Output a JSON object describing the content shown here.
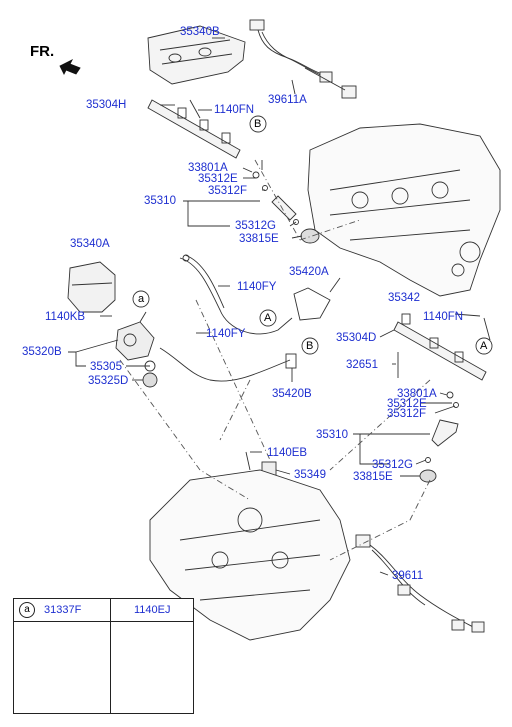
{
  "direction_label": "FR.",
  "callouts": {
    "a": "a",
    "A": "A",
    "B": "B"
  },
  "labels": {
    "p35340B": "35340B",
    "p39611A": "39611A",
    "p35304H": "35304H",
    "p1140FN_top": "1140FN",
    "p33801A_top": "33801A",
    "p35312E_top": "35312E",
    "p35312F_top": "35312F",
    "p35310_top": "35310",
    "p35312G_top": "35312G",
    "p33815E_top": "33815E",
    "p35340A": "35340A",
    "p1140FY_a": "1140FY",
    "p35420A": "35420A",
    "p1140KB": "1140KB",
    "p35320B": "35320B",
    "p1140FY_b": "1140FY",
    "p35305": "35305",
    "p35325D": "35325D",
    "p35420B": "35420B",
    "p35342": "35342",
    "p1140FN_right": "1140FN",
    "p35304D": "35304D",
    "p32651": "32651",
    "p33801A_right": "33801A",
    "p35312E_right": "35312E",
    "p35312F_right": "35312F",
    "p35310_right": "35310",
    "p35312G_right": "35312G",
    "p33815E_right": "33815E",
    "p1140EB": "1140EB",
    "p35349": "35349",
    "p39611": "39611"
  },
  "legend": {
    "marker": "a",
    "col1_code": "31337F",
    "col2_code": "1140EJ"
  }
}
